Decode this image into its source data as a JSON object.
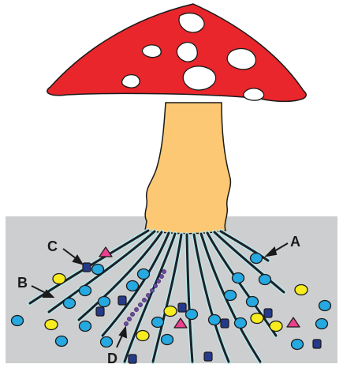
{
  "labels": {
    "a": "A",
    "b": "B",
    "c": "C",
    "d": "D"
  },
  "colors": {
    "cap": "#e8262b",
    "cap_spots": "#ffffff",
    "stem": "#fcc873",
    "soil": "#cdcecf",
    "hypha": "#1c2127",
    "hypha_glow": "#b9e7ea",
    "blue_circle": "#26a8e0",
    "yellow_circle": "#f7ec1f",
    "navy_square": "#253a8a",
    "pink_triangle": "#ec3f8e",
    "chain_bead": "#6a4aa3",
    "outline": "#1a1a1a"
  },
  "icons": [
    "mushroom-cap",
    "mushroom-stem",
    "hyphae",
    "blue-circle",
    "yellow-circle",
    "navy-square",
    "pink-triangle",
    "bead-chain",
    "arrow"
  ]
}
